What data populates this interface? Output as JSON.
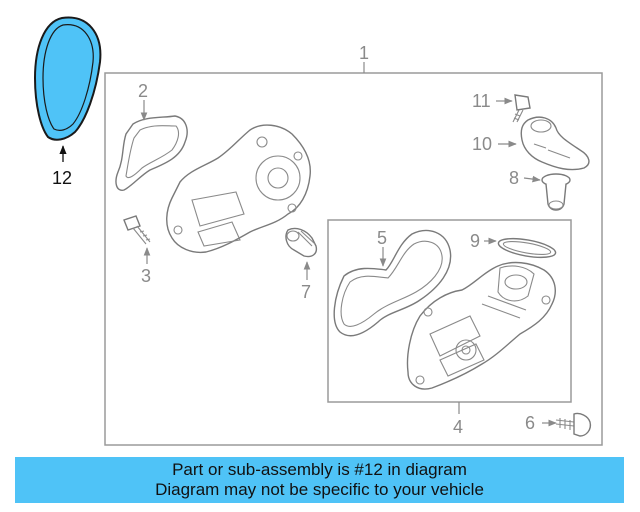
{
  "colors": {
    "banner_bg": "#4fc3f7",
    "highlight_fill": "#4fc3f7",
    "line_gray": "#8a8a8a",
    "text_dark": "#111111"
  },
  "callouts": {
    "c1": "1",
    "c2": "2",
    "c3": "3",
    "c4": "4",
    "c5": "5",
    "c6": "6",
    "c7": "7",
    "c8": "8",
    "c9": "9",
    "c10": "10",
    "c11": "11",
    "c12": "12"
  },
  "banner": {
    "line1": "Part or sub-assembly is #12 in diagram",
    "line2": "Diagram may not be specific to your vehicle"
  }
}
